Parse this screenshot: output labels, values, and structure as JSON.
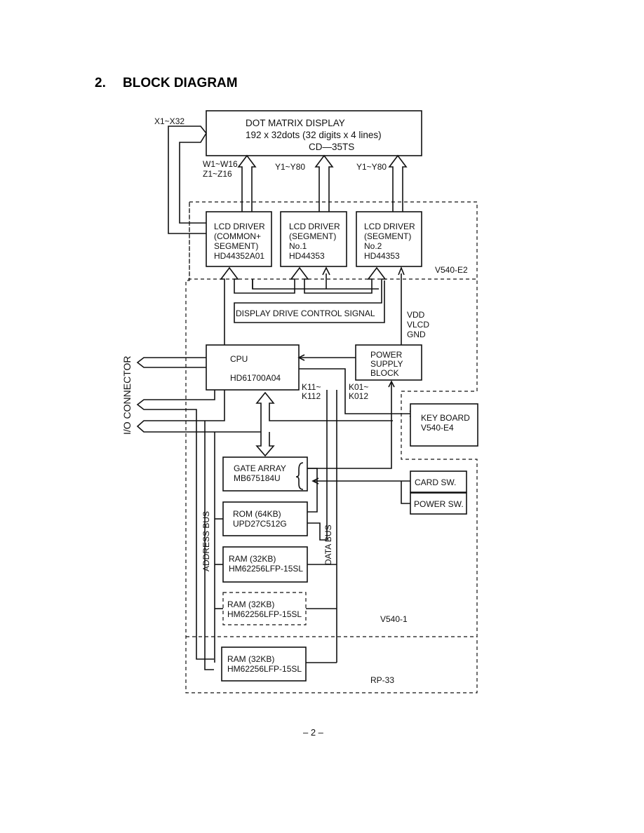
{
  "heading": {
    "number": "2.",
    "title": "BLOCK DIAGRAM"
  },
  "display": {
    "line1": "DOT  MATRIX  DISPLAY",
    "line2": "192 x  32dots  (32 digits x 4 lines)",
    "line3": "CD—35TS"
  },
  "signals": {
    "x1x32": "X1~X32",
    "w1w16": "W1~W16",
    "z1z16": "Z1~Z16",
    "y1y80_a": "Y1~Y80",
    "y1y80_b": "Y1~Y80",
    "display_drive": "DISPLAY DRIVE CONTROL SIGNAL",
    "vdd": "VDD",
    "vlcd": "VLCD",
    "gnd": "GND",
    "k11": "K11~",
    "k112": "K112",
    "k01": "K01~",
    "k012": "K012",
    "address_bus": "ADDRESS BUS",
    "data_bus": "DATA BUS",
    "io_connector": "I/O  CONNECTOR"
  },
  "lcd_drivers": [
    {
      "l1": "LCD DRIVER",
      "l2": "(COMMON+",
      "l3": "SEGMENT)",
      "l4": "HD44352A01"
    },
    {
      "l1": "LCD DRIVER",
      "l2": "(SEGMENT)",
      "l3": "No.1",
      "l4": "HD44353"
    },
    {
      "l1": "LCD DRIVER",
      "l2": "(SEGMENT)",
      "l3": "No.2",
      "l4": "HD44353"
    }
  ],
  "cpu": {
    "l1": "CPU",
    "l2": "HD61700A04"
  },
  "power": {
    "l1": "POWER",
    "l2": "SUPPLY",
    "l3": "BLOCK"
  },
  "keyboard": {
    "l1": "KEY BOARD",
    "l2": "V540-E4"
  },
  "gate_array": {
    "l1": "GATE ARRAY",
    "l2": "MB675184U"
  },
  "rom": {
    "l1": "ROM (64KB)",
    "l2": "UPD27C512G"
  },
  "ram1": {
    "l1": "RAM (32KB)",
    "l2": "HM62256LFP-15SL"
  },
  "ram2": {
    "l1": "RAM (32KB)",
    "l2": "HM62256LFP-15SL"
  },
  "ram3": {
    "l1": "RAM (32KB)",
    "l2": "HM62256LFP-15SL"
  },
  "card_sw": "CARD SW.",
  "power_sw": "POWER SW.",
  "regions": {
    "e2": "V540-E2",
    "v1": "V540-1",
    "rp33": "RP-33"
  },
  "page_number": "– 2 –"
}
